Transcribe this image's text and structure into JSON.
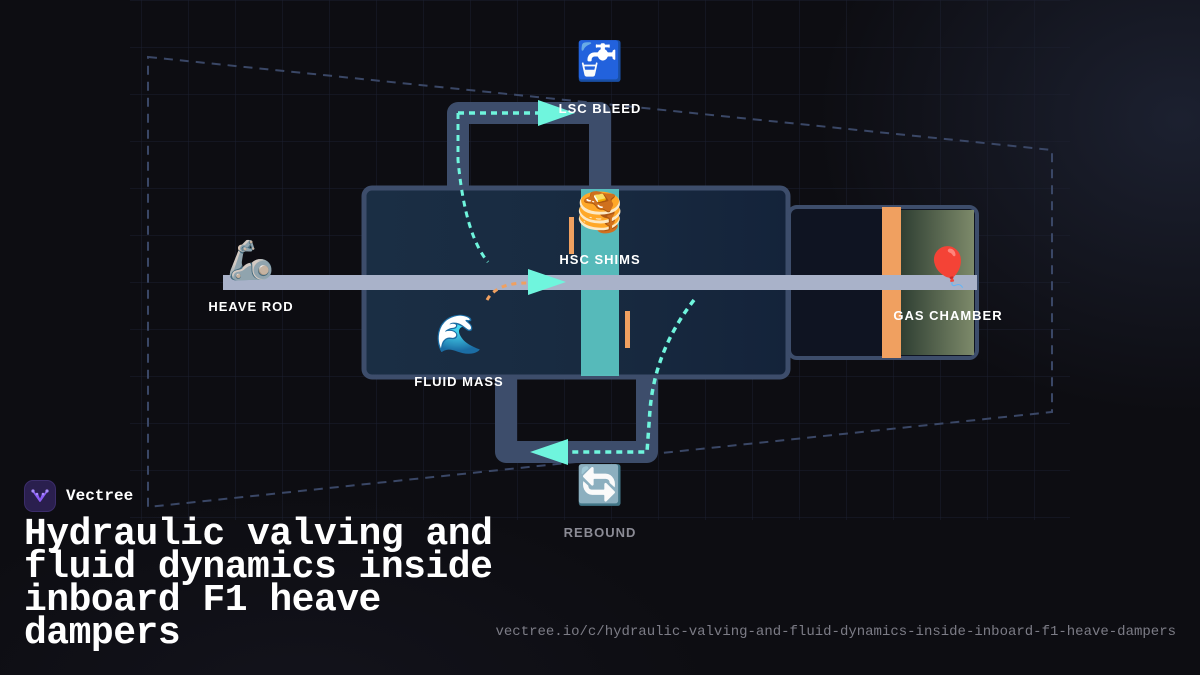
{
  "brand": {
    "name": "Vectree",
    "logo_icon": "vectree-logo-icon",
    "accent": "#8b5cf6"
  },
  "title": "Hydraulic valving and fluid dynamics inside inboard F1 heave dampers",
  "url": "vectree.io/c/hydraulic-valving-and-fluid-dynamics-inside-inboard-f1-heave-dampers",
  "nodes": {
    "lsc_bleed": {
      "label": "LSC BLEED",
      "icon": "🚰",
      "icon_name": "faucet-icon"
    },
    "hsc_shims": {
      "label": "HSC SHIMS",
      "icon": "🥞",
      "icon_name": "pancakes-icon"
    },
    "heave_rod": {
      "label": "HEAVE ROD",
      "icon": "🦾",
      "icon_name": "mechanical-arm-icon"
    },
    "fluid_mass": {
      "label": "FLUID MASS",
      "icon": "🌊",
      "icon_name": "wave-icon"
    },
    "gas_chamber": {
      "label": "GAS CHAMBER",
      "icon": "🎈",
      "icon_name": "balloon-icon"
    },
    "rebound": {
      "label": "REBOUND",
      "icon": "🔄",
      "icon_name": "cycle-arrows-icon"
    }
  },
  "colors": {
    "background": "#0d0d12",
    "pipe": "#3d4d6b",
    "cylinder_fill": "#152238",
    "rod": "#a9b2c9",
    "flow": "#6ff5dd",
    "piston": "#5cc7c4",
    "gas_piston": "#f0a060",
    "orange_flow": "#f0a060"
  }
}
